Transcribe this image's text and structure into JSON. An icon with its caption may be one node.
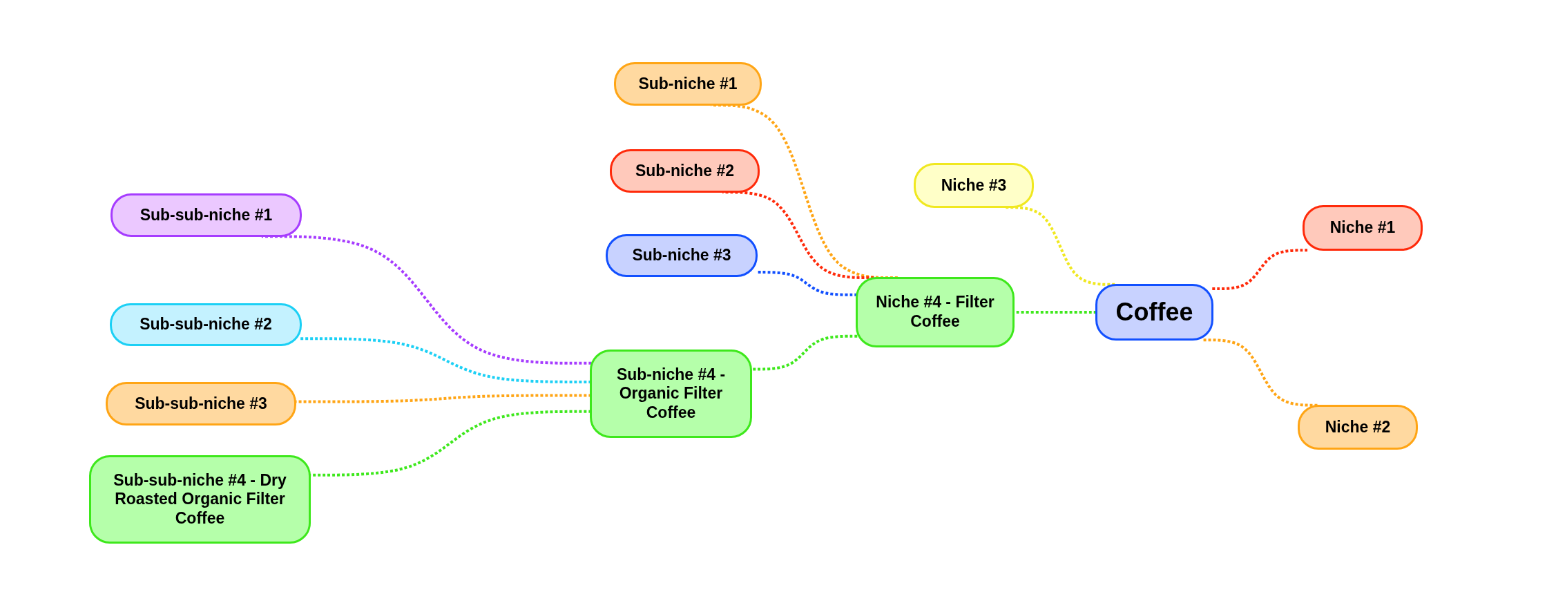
{
  "diagram": {
    "nodes": [
      {
        "text": [
          "Coffee"
        ]
      },
      {
        "text": [
          "Niche #1"
        ]
      },
      {
        "text": [
          "Niche #2"
        ]
      },
      {
        "text": [
          "Niche #3"
        ]
      },
      {
        "text": [
          "Niche #4 - Filter Coffee"
        ]
      },
      {
        "text": [
          "Sub-niche #1"
        ]
      },
      {
        "text": [
          "Sub-niche #2"
        ]
      },
      {
        "text": [
          "Sub-niche #3"
        ]
      },
      {
        "text": [
          "Sub-niche #4 - Organic Filter Coffee"
        ]
      },
      {
        "text": [
          "Sub-sub-niche #1"
        ]
      },
      {
        "text": [
          "Sub-sub-niche #2"
        ]
      },
      {
        "text": [
          "Sub-sub-niche #3"
        ]
      },
      {
        "text": [
          "Sub-sub-niche #4 - Dry Roasted Organic Filter Coffee"
        ]
      }
    ],
    "edges": [
      {
        "from": 0,
        "to": 1,
        "arrow": "none",
        "color": "#ff2a0a"
      },
      {
        "from": 0,
        "to": 2,
        "arrow": "none",
        "color": "#ffa515"
      },
      {
        "from": 0,
        "to": 3,
        "arrow": "none",
        "color": "#f0e820"
      },
      {
        "from": 0,
        "to": 4,
        "arrow": "none",
        "color": "#3ee81c"
      },
      {
        "from": 4,
        "to": 5,
        "arrow": "none",
        "color": "#ffa515"
      },
      {
        "from": 4,
        "to": 6,
        "arrow": "none",
        "color": "#ff2a0a"
      },
      {
        "from": 4,
        "to": 7,
        "arrow": "none",
        "color": "#1250ff"
      },
      {
        "from": 4,
        "to": 8,
        "arrow": "none",
        "color": "#3ee81c"
      },
      {
        "from": 8,
        "to": 9,
        "arrow": "none",
        "color": "#a63cff"
      },
      {
        "from": 8,
        "to": 10,
        "arrow": "none",
        "color": "#1cd0f5"
      },
      {
        "from": 8,
        "to": 11,
        "arrow": "none",
        "color": "#ffa515"
      },
      {
        "from": 8,
        "to": 12,
        "arrow": "none",
        "color": "#3ee81c"
      }
    ]
  }
}
